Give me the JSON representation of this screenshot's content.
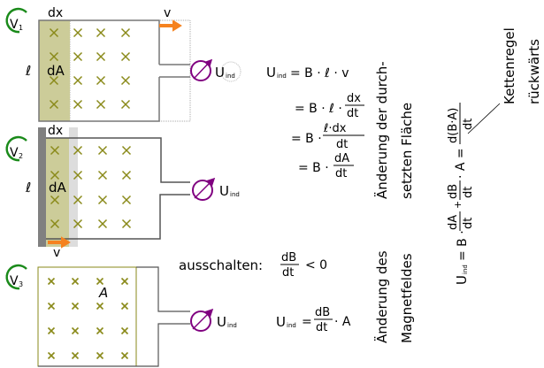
{
  "colors": {
    "green": "#1a8a1a",
    "olive": "#8a8a1a",
    "shade": "#cccc99",
    "orange": "#f5821f",
    "purple": "#800080",
    "wire": "#777777",
    "bar_dark": "#808080",
    "bar_light": "#dddddd"
  },
  "panels": [
    {
      "label_main": "V",
      "label_sub": "1",
      "dx": "dx",
      "l": "ℓ",
      "dA": "dA",
      "v": "v",
      "meter_main": "U",
      "meter_sub": "ind"
    },
    {
      "label_main": "V",
      "label_sub": "2",
      "dx": "dx",
      "l": "ℓ",
      "dA": "dA",
      "v": "v",
      "meter_main": "U",
      "meter_sub": "ind"
    },
    {
      "label_main": "V",
      "label_sub": "3",
      "A": "A",
      "meter_main": "U",
      "meter_sub": "ind"
    }
  ],
  "equations": {
    "line1": {
      "lhs": "U",
      "sub": "ind",
      "rhs": "= B · ℓ · v"
    },
    "line2": {
      "pre": "= B · ℓ ·",
      "num": "dx",
      "den": "dt"
    },
    "line3": {
      "pre": "= B ·",
      "num": "ℓ·dx",
      "den": "dt"
    },
    "line4": {
      "pre": "= B ·",
      "num": "dA",
      "den": "dt"
    },
    "ausschalten": {
      "label": "ausschalten:",
      "num": "dB",
      "den": "dt",
      "post": "< 0"
    },
    "v3eq": {
      "lhs": "U",
      "sub": "ind",
      "eq": "=",
      "num": "dB",
      "den": "dt",
      "post": "· A"
    }
  },
  "rotated": {
    "flaeche_line1": "Änderung der durch-",
    "flaeche_line2": "setzten Fläche",
    "magnet_line1": "Änderung des",
    "magnet_line2": "Magnetfeldes",
    "general": {
      "lhs": "U",
      "sub": "ind",
      "eq": "= B ·",
      "num1": "dA",
      "den1": "dt",
      "plus": "+",
      "num2": "dB",
      "den2": "dt",
      "mid": "· A =",
      "num3": "d(B·A)",
      "den3": "dt"
    },
    "kettenregel_line1": "Kettenregel",
    "kettenregel_line2": "rückwärts"
  }
}
